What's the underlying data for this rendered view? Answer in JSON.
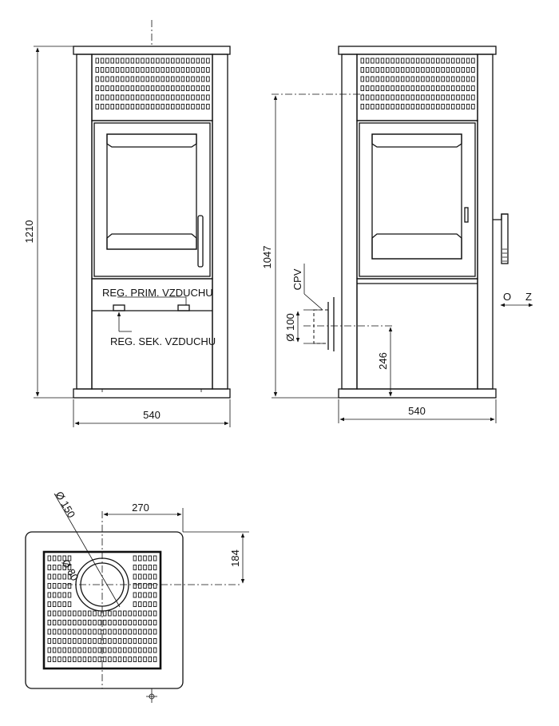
{
  "front_view": {
    "height_label": "1210",
    "width_label": "540",
    "reg_primary_label": "REG. PRIM. VZDUCHU",
    "reg_secondary_label": "REG. SEK. VZDUCHU"
  },
  "side_view": {
    "height_label": "1047",
    "width_label": "540",
    "flue_height_label": "246",
    "flue_diameter_label": "Ø 100",
    "flue_label": "CPV",
    "orientation_labels": {
      "o": "O",
      "z": "Z"
    }
  },
  "top_view": {
    "offset_x_label": "270",
    "offset_y_label": "184",
    "flue_diameter_label": "Ø 150",
    "inner_diameter_label": "Ø 80"
  }
}
